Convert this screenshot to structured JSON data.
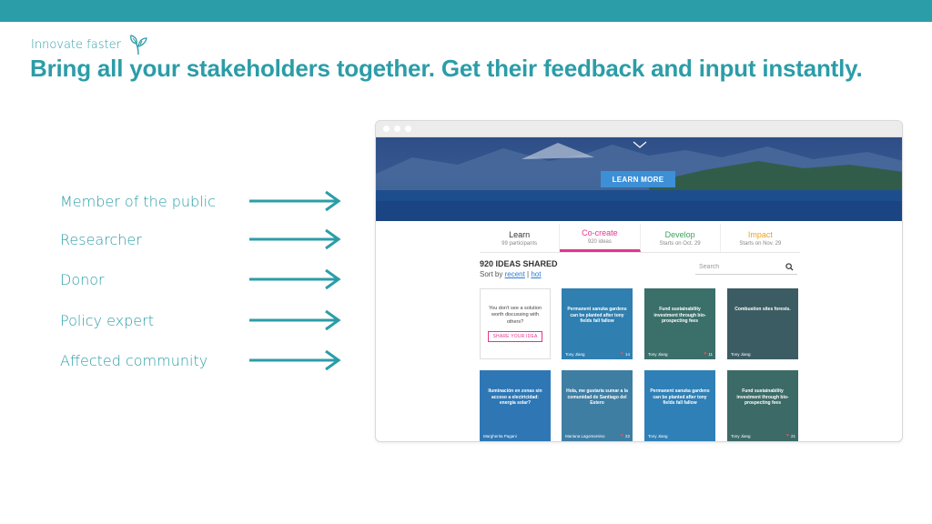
{
  "header": {
    "tagline": "Innovate faster",
    "headline": "Bring all your stakeholders together. Get their feedback and input instantly."
  },
  "stakeholders": [
    "Member of the public",
    "Researcher",
    "Donor",
    "Policy expert",
    "Affected community"
  ],
  "browser": {
    "hero_button": "LEARN MORE",
    "stages": [
      {
        "name": "Learn",
        "sub": "99 participants",
        "color": "#333333"
      },
      {
        "name": "Co-create",
        "sub": "920 ideas",
        "color": "#e5348f"
      },
      {
        "name": "Develop",
        "sub": "Starts on Oct. 29",
        "color": "#3aa55a"
      },
      {
        "name": "Impact",
        "sub": "Starts on Nov. 29",
        "color": "#f0a020"
      }
    ],
    "ideas_count": "920 IDEAS SHARED",
    "sort_label": "Sort by",
    "sort_recent": "recent",
    "sort_separator": "|",
    "sort_hot": "hot",
    "search_placeholder": "Search",
    "share_card": {
      "text": "You don't see a solution worth discussing with others?",
      "button": "SHARE YOUR IDEA"
    },
    "cards": [
      {
        "title": "Permanent sanuka gardens can be planted after tony fields fall fallow",
        "author": "Tony Jiang",
        "stats": "14",
        "color": "#2f7fb0"
      },
      {
        "title": "Fund sustainability investment through bio-prospecting fees",
        "author": "Tony Jiang",
        "stats": "11",
        "color": "#3b6f6a"
      },
      {
        "title": "Combustion sites forests.",
        "author": "Tony Jiang",
        "stats": "",
        "color": "#3c5c63"
      },
      {
        "title": "Iluminación en zonas sin acceso a electricidad: energía solar?",
        "author": "Margherita Pagani",
        "stats": "",
        "color": "#2e77b4"
      },
      {
        "title": "Hola, me gustaría sumar a la comunidad de Santiago del Estero",
        "author": "Mariana Lagomarsino",
        "stats": "22",
        "color": "#3f7ea3"
      },
      {
        "title": "Permanent sanuka gardens can be planted after tony fields fall fallow",
        "author": "Tony Jiang",
        "stats": "",
        "color": "#2f80b6"
      },
      {
        "title": "Fund sustainability investment through bio-prospecting fees",
        "author": "Tony Jiang",
        "stats": "21",
        "color": "#3c6a67"
      }
    ]
  }
}
